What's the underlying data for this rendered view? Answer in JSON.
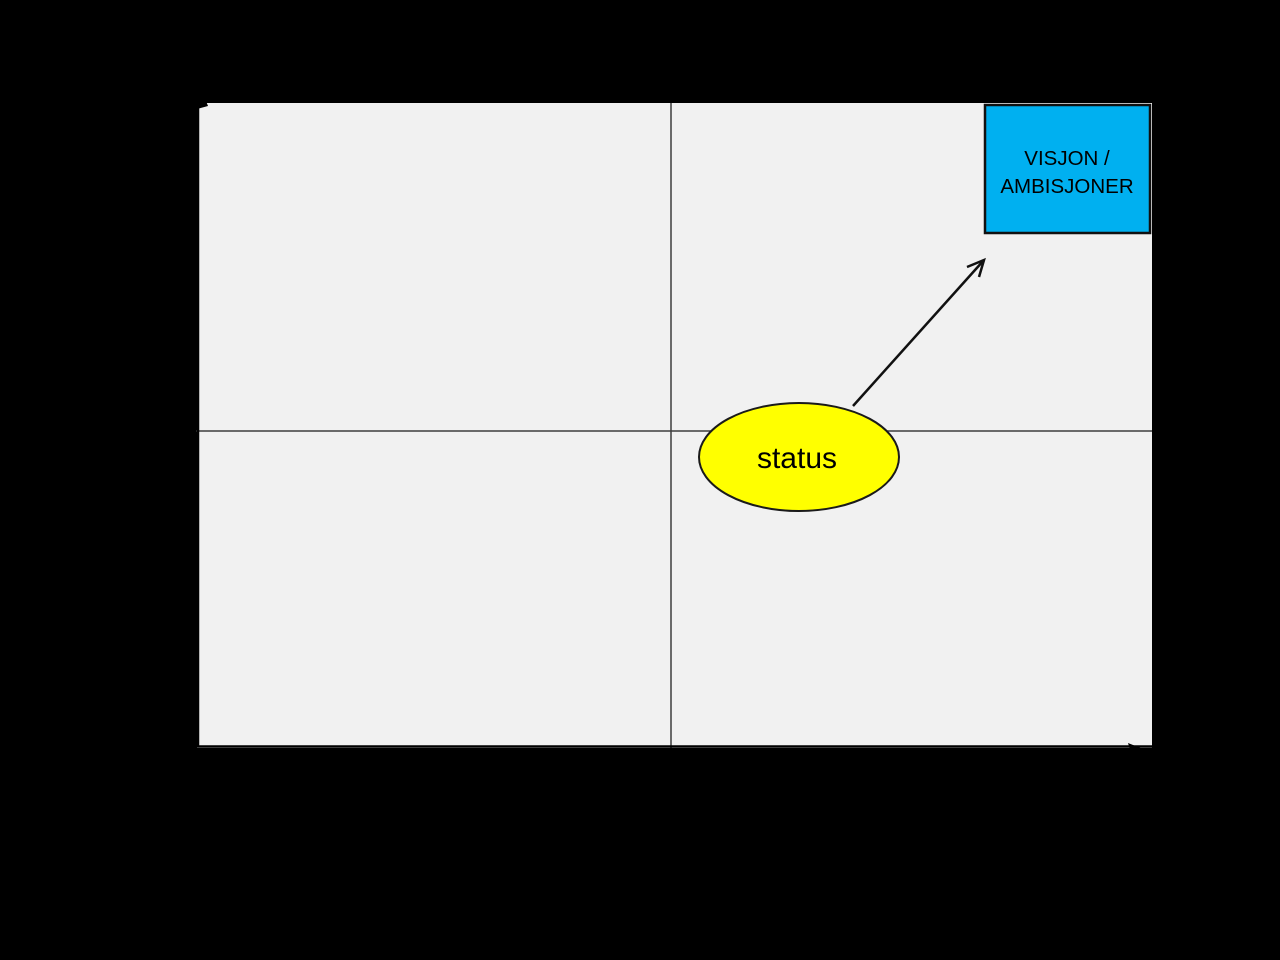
{
  "slide": {
    "background_color": "#000000",
    "quadrant_panel": {
      "fill": "#F1F1F1"
    },
    "axes": {
      "color": "#000000"
    },
    "dividers": {
      "color": "#3D3D3D"
    },
    "vision_box": {
      "label_line1": "VISJON /",
      "label_line2": "AMBISJONER",
      "fill": "#00B0F0",
      "border_color": "#111111",
      "text_color": "#000000"
    },
    "status_ellipse": {
      "label": "status",
      "fill": "#FFFF00",
      "border_color": "#1A1A1A",
      "text_color": "#000000"
    },
    "arrow": {
      "color": "#111111"
    }
  }
}
